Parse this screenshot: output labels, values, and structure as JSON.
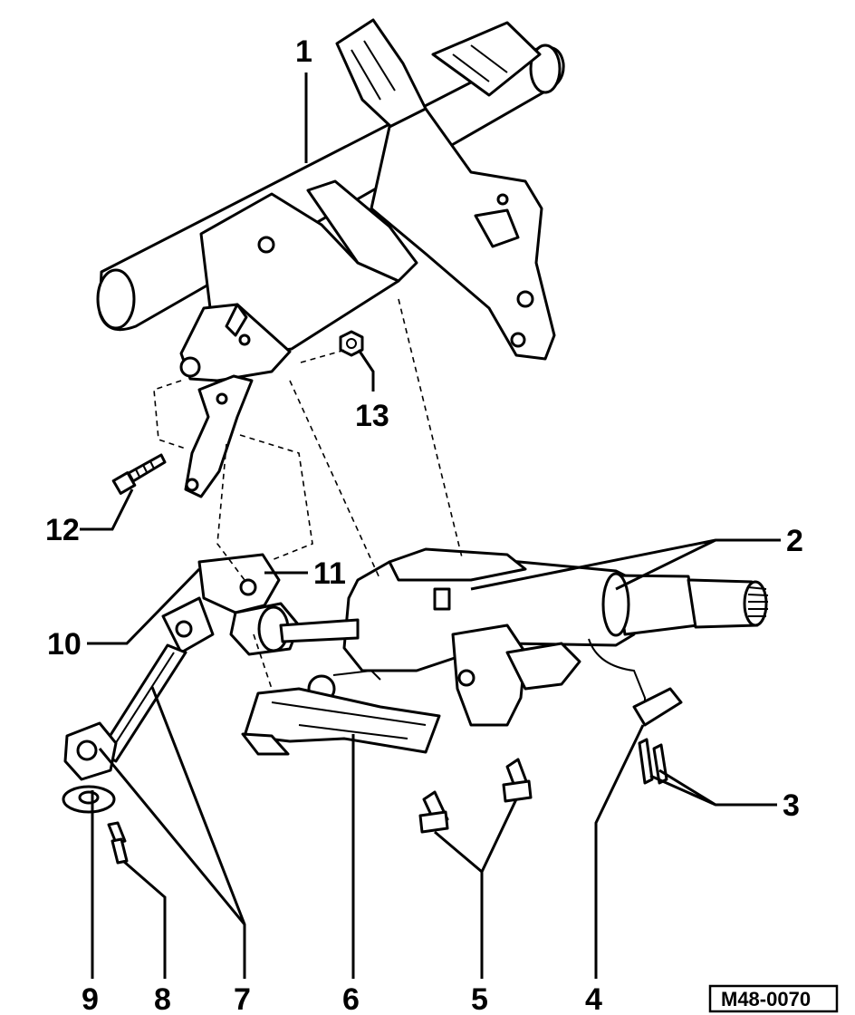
{
  "diagram": {
    "callouts": {
      "c1": "1",
      "c2": "2",
      "c3": "3",
      "c4": "4",
      "c5": "5",
      "c6": "6",
      "c7": "7",
      "c8": "8",
      "c9": "9",
      "c10": "10",
      "c11": "11",
      "c12": "12",
      "c13": "13"
    },
    "reference": "M48-0070"
  }
}
